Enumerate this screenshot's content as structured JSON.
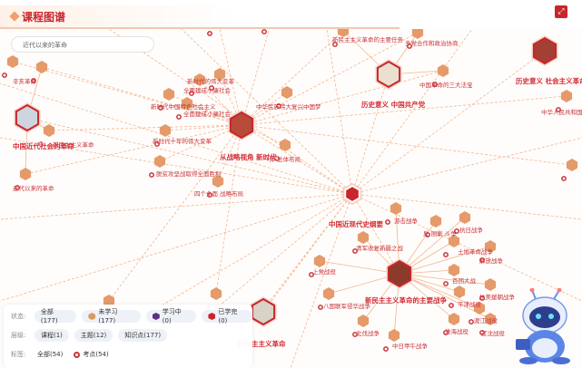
{
  "header": {
    "title": "课程图谱",
    "expand_icon": "expand-icon"
  },
  "search": {
    "value": "近代以来的革命"
  },
  "graph": {
    "hubs": [
      {
        "label": "中国近现代史纲要"
      },
      {
        "label": "新民主主义革命的主要战争"
      },
      {
        "label": "从战略视角 新时代"
      },
      {
        "label": "历史意义 中国共产党"
      },
      {
        "label": "历史意义 社会主义革命"
      },
      {
        "label": "中国近代社会的革命"
      },
      {
        "label": "新民主主义革命"
      }
    ],
    "topics": [
      "新民主主义革命的主要任务",
      "多党合作和政治协商",
      "中国革命的三大法宝",
      "中华人民共和国成立",
      "新时代的伟大变革",
      "全面建成小康社会",
      "中华民族伟大复兴中国梦",
      "新时代中国特色社会主义",
      "全面建成小康社会",
      "新时代十年的伟大变革",
      "一体 总体布局",
      "脱贫攻坚战取得全面胜利",
      "四个全面 战略布局",
      "辛亥革命",
      "新民主主义革命",
      "近代以来的革命",
      "游击战争",
      "抗日战争",
      "反 围剿 斗争",
      "清军收复新疆之战",
      "上党战役",
      "解放战争",
      "土地革命战争",
      "百团大战",
      "抗美援朝战争",
      "八国联军侵华战争",
      "北伐战争",
      "渡江战役",
      "中日甲午战争",
      "淮海战役",
      "辽沈战役",
      "平津战役"
    ]
  },
  "filters": {
    "status": {
      "label": "状态:",
      "options": [
        {
          "text": "全部(177)"
        },
        {
          "text": "未学习(177)"
        },
        {
          "text": "学习中(0)"
        },
        {
          "text": "已学完(0)"
        }
      ]
    },
    "level": {
      "label": "层级:",
      "options": [
        {
          "text": "课程(1)"
        },
        {
          "text": "主题(12)"
        },
        {
          "text": "知识点(177)"
        }
      ]
    },
    "tag": {
      "label": "标签:",
      "options": [
        {
          "text": "全部(54)"
        },
        {
          "text": "考点(54)"
        }
      ]
    }
  },
  "colors": {
    "accent": "#c9252c",
    "edge": "#f2b48e",
    "node": "#e59a6a",
    "not_started": "#d89a62",
    "in_progress": "#5b2f86",
    "done": "#c9252c"
  }
}
